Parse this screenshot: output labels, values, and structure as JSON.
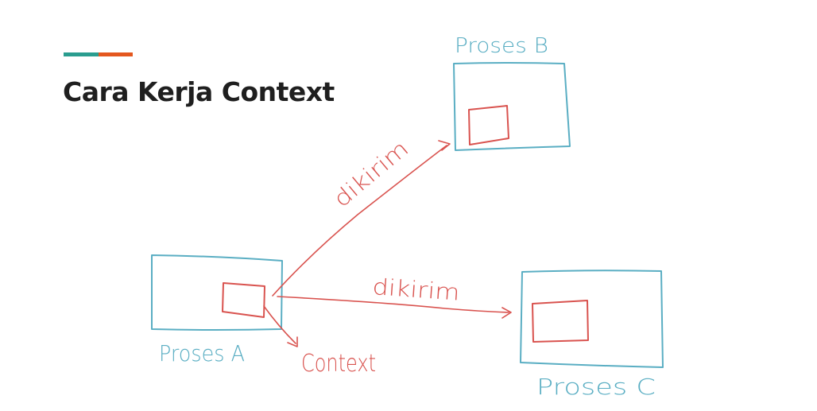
{
  "slide": {
    "title": "Cara Kerja Context"
  },
  "diagram": {
    "process_a_label": "Proses A",
    "process_b_label": "Proses B",
    "process_c_label": "Proses C",
    "context_label": "Context",
    "edge_a_b_label": "dikirim",
    "edge_a_c_label": "dikirim",
    "colors": {
      "process_box": "#5aaec3",
      "context_box": "#d9534f",
      "accent_teal": "#2a9d8f",
      "accent_orange": "#e4571e"
    }
  }
}
